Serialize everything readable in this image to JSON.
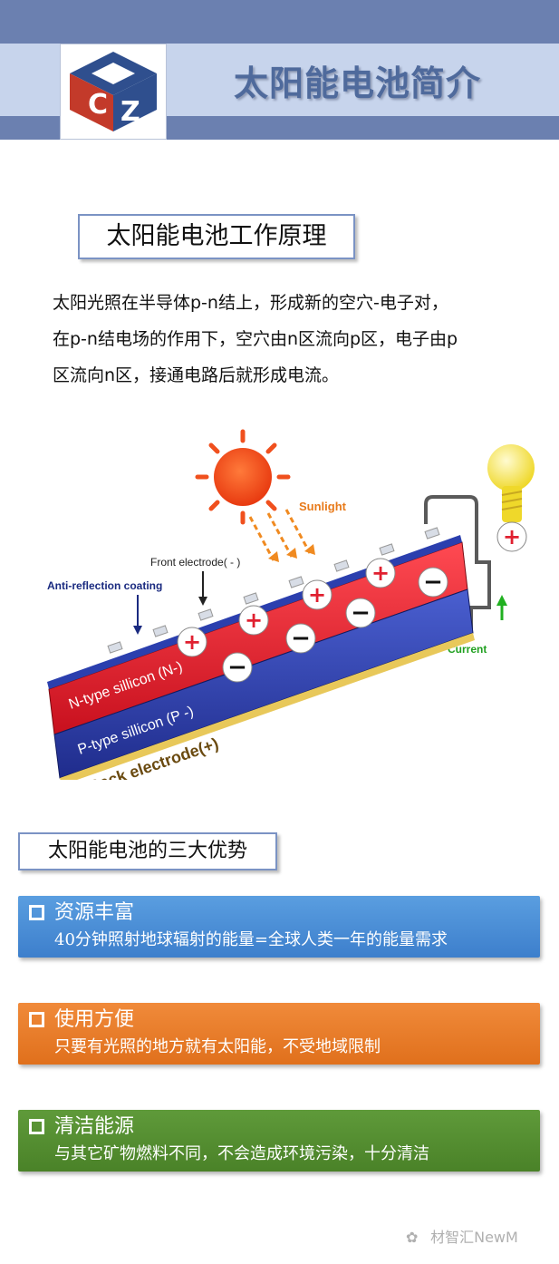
{
  "header": {
    "title": "太阳能电池简介",
    "logo_letters": [
      "C",
      "Z"
    ]
  },
  "principle": {
    "title": "太阳能电池工作原理",
    "lines": [
      "太阳光照在半导体p-n结上，形成新的空穴-电子对，",
      "在p-n结电场的作用下，空穴由n区流向p区，电子由p",
      "区流向n区，接通电路后就形成电流。"
    ]
  },
  "diagram": {
    "sunlight": "Sunlight",
    "front_electrode": "Front electrode( - )",
    "anti_reflection": "Anti-reflection coating",
    "n_type": "N-type sillicon (N-)",
    "p_type": "P-type sillicon (P -)",
    "back_electrode": "Back electrode(+)",
    "current": "Current",
    "plus": "+",
    "minus": "−",
    "colors": {
      "n_layer": "#e02030",
      "p_layer": "#2b3fae",
      "sun": "#f0501e",
      "bulb": "#f3e040",
      "current": "#20b020"
    }
  },
  "advantages": {
    "title": "太阳能电池的三大优势",
    "items": [
      {
        "heading": "资源丰富",
        "desc": "40分钟照射地球辐射的能量=全球人类一年的能量需求",
        "color": "#4a8fd8"
      },
      {
        "heading": "使用方便",
        "desc": "只要有光照的地方就有太阳能，不受地域限制",
        "color": "#e8792a"
      },
      {
        "heading": "清洁能源",
        "desc": "与其它矿物燃料不同，不会造成环境污染，十分清洁",
        "color": "#558e30"
      }
    ]
  },
  "watermark": "材智汇NewM"
}
